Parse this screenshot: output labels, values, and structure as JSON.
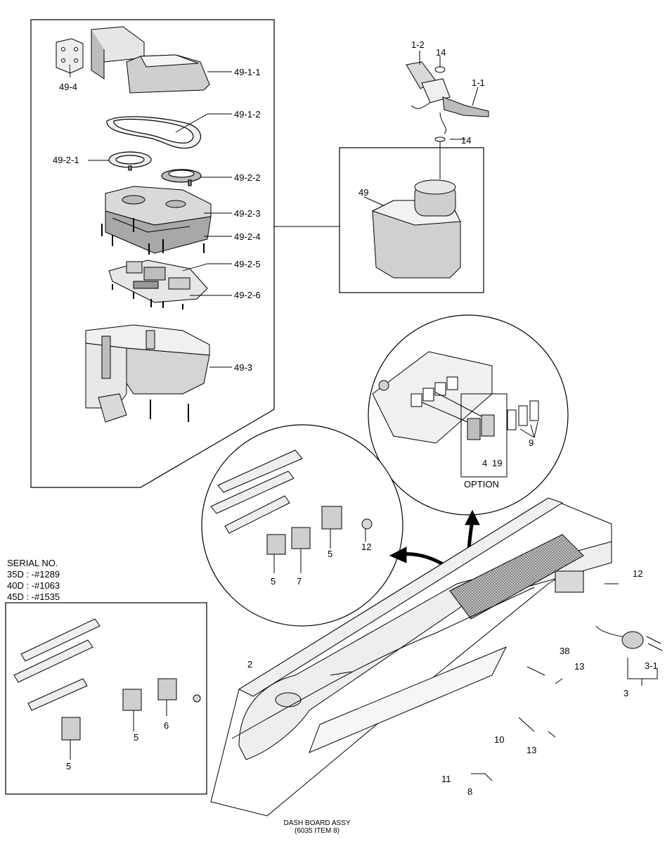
{
  "labels": {
    "p49_1_1": "49-1-1",
    "p49_4": "49-4",
    "p49_1_2": "49-1-2",
    "p49_2_1": "49-2-1",
    "p49_2_2": "49-2-2",
    "p49_2_3": "49-2-3",
    "p49_2_4": "49-2-4",
    "p49_2_5": "49-2-5",
    "p49_2_6": "49-2-6",
    "p49_3": "49-3",
    "p1_2": "1-2",
    "p14a": "14",
    "p1_1": "1-1",
    "p14b": "14",
    "p49": "49",
    "p9": "9",
    "p4": "4",
    "p19": "19",
    "p5a": "5",
    "p5b": "5",
    "p7": "7",
    "p12a": "12",
    "p12b": "12",
    "p38": "38",
    "p13a": "13",
    "p13b": "13",
    "p3": "3",
    "p3_1": "3-1",
    "p2": "2",
    "p10": "10",
    "p11": "11",
    "p8": "8",
    "p5c": "5",
    "p5d": "5",
    "p6": "6"
  },
  "option_label": "OPTION",
  "serial": {
    "title": "SERIAL NO.",
    "line1": "35D : -#1289",
    "line2": "40D : -#1063",
    "line3": "45D : -#1535"
  },
  "caption": {
    "line1": "DASH BOARD ASSY",
    "line2": "(6035 ITEM 8)"
  },
  "colors": {
    "line": "#000000",
    "fill_light": "#f2f2f2",
    "fill_mid": "#d9d9d9",
    "fill_dark": "#bdbdbd",
    "hatch": "#888888"
  }
}
